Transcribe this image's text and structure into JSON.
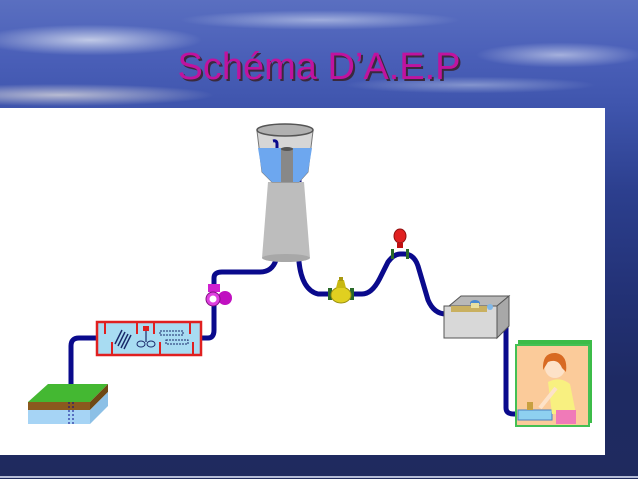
{
  "slide": {
    "title": "Schéma  D’A.E.P",
    "title_color": "#c0139f",
    "background": "ocean-sky-photo"
  },
  "diagram": {
    "type": "water-supply-schematic",
    "pipe_color": "#0a0a8c",
    "nodes": [
      {
        "id": "groundwater-source",
        "icon": "ground-layer-well-icon"
      },
      {
        "id": "treatment-station",
        "icon": "treatment-plant-icon"
      },
      {
        "id": "pump",
        "icon": "pump-icon",
        "color": "#d020d0"
      },
      {
        "id": "water-tower",
        "icon": "water-tower-icon"
      },
      {
        "id": "pressure-valve",
        "icon": "valve-icon",
        "color": "#d8d020"
      },
      {
        "id": "air-release-valve",
        "icon": "air-valve-icon",
        "color": "#e02020"
      },
      {
        "id": "meter-box",
        "icon": "water-meter-box-icon"
      },
      {
        "id": "consumer",
        "icon": "person-washing-hands-icon"
      }
    ]
  }
}
